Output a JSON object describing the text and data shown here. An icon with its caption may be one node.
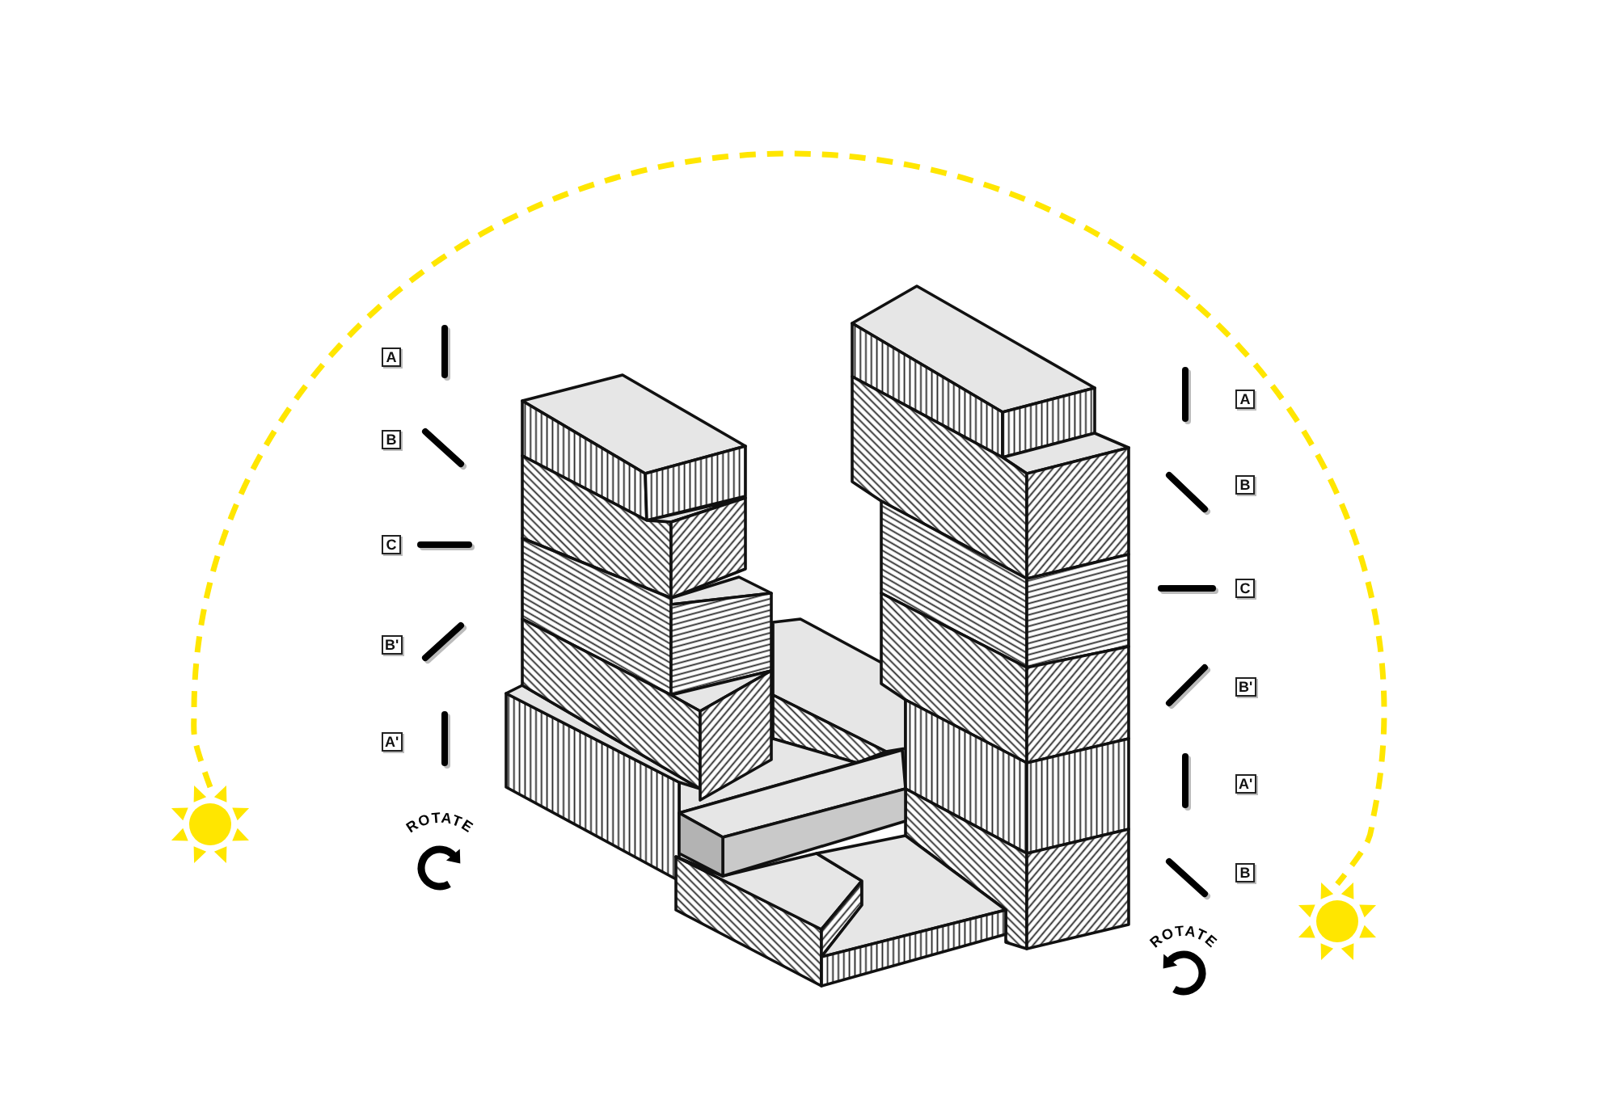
{
  "diagram": {
    "nodes": [
      {
        "text": [
          "A"
        ]
      },
      {
        "text": [
          "B"
        ]
      },
      {
        "text": [
          "C"
        ]
      },
      {
        "text": [
          "B'"
        ]
      },
      {
        "text": [
          "A'"
        ]
      },
      {
        "text": [
          "A"
        ]
      },
      {
        "text": [
          "B"
        ]
      },
      {
        "text": [
          "C"
        ]
      },
      {
        "text": [
          "B'"
        ]
      },
      {
        "text": [
          "A'"
        ]
      },
      {
        "text": [
          "B"
        ]
      },
      {
        "text": [],
        "shape": "sun"
      },
      {
        "text": [],
        "shape": "sun"
      }
    ],
    "edges": [
      {
        "from": 11,
        "to": 12,
        "arrow": "none",
        "style": "dashed",
        "color": "#ffe600"
      }
    ],
    "labels": [
      "ROTATE",
      "ROTATE"
    ]
  }
}
